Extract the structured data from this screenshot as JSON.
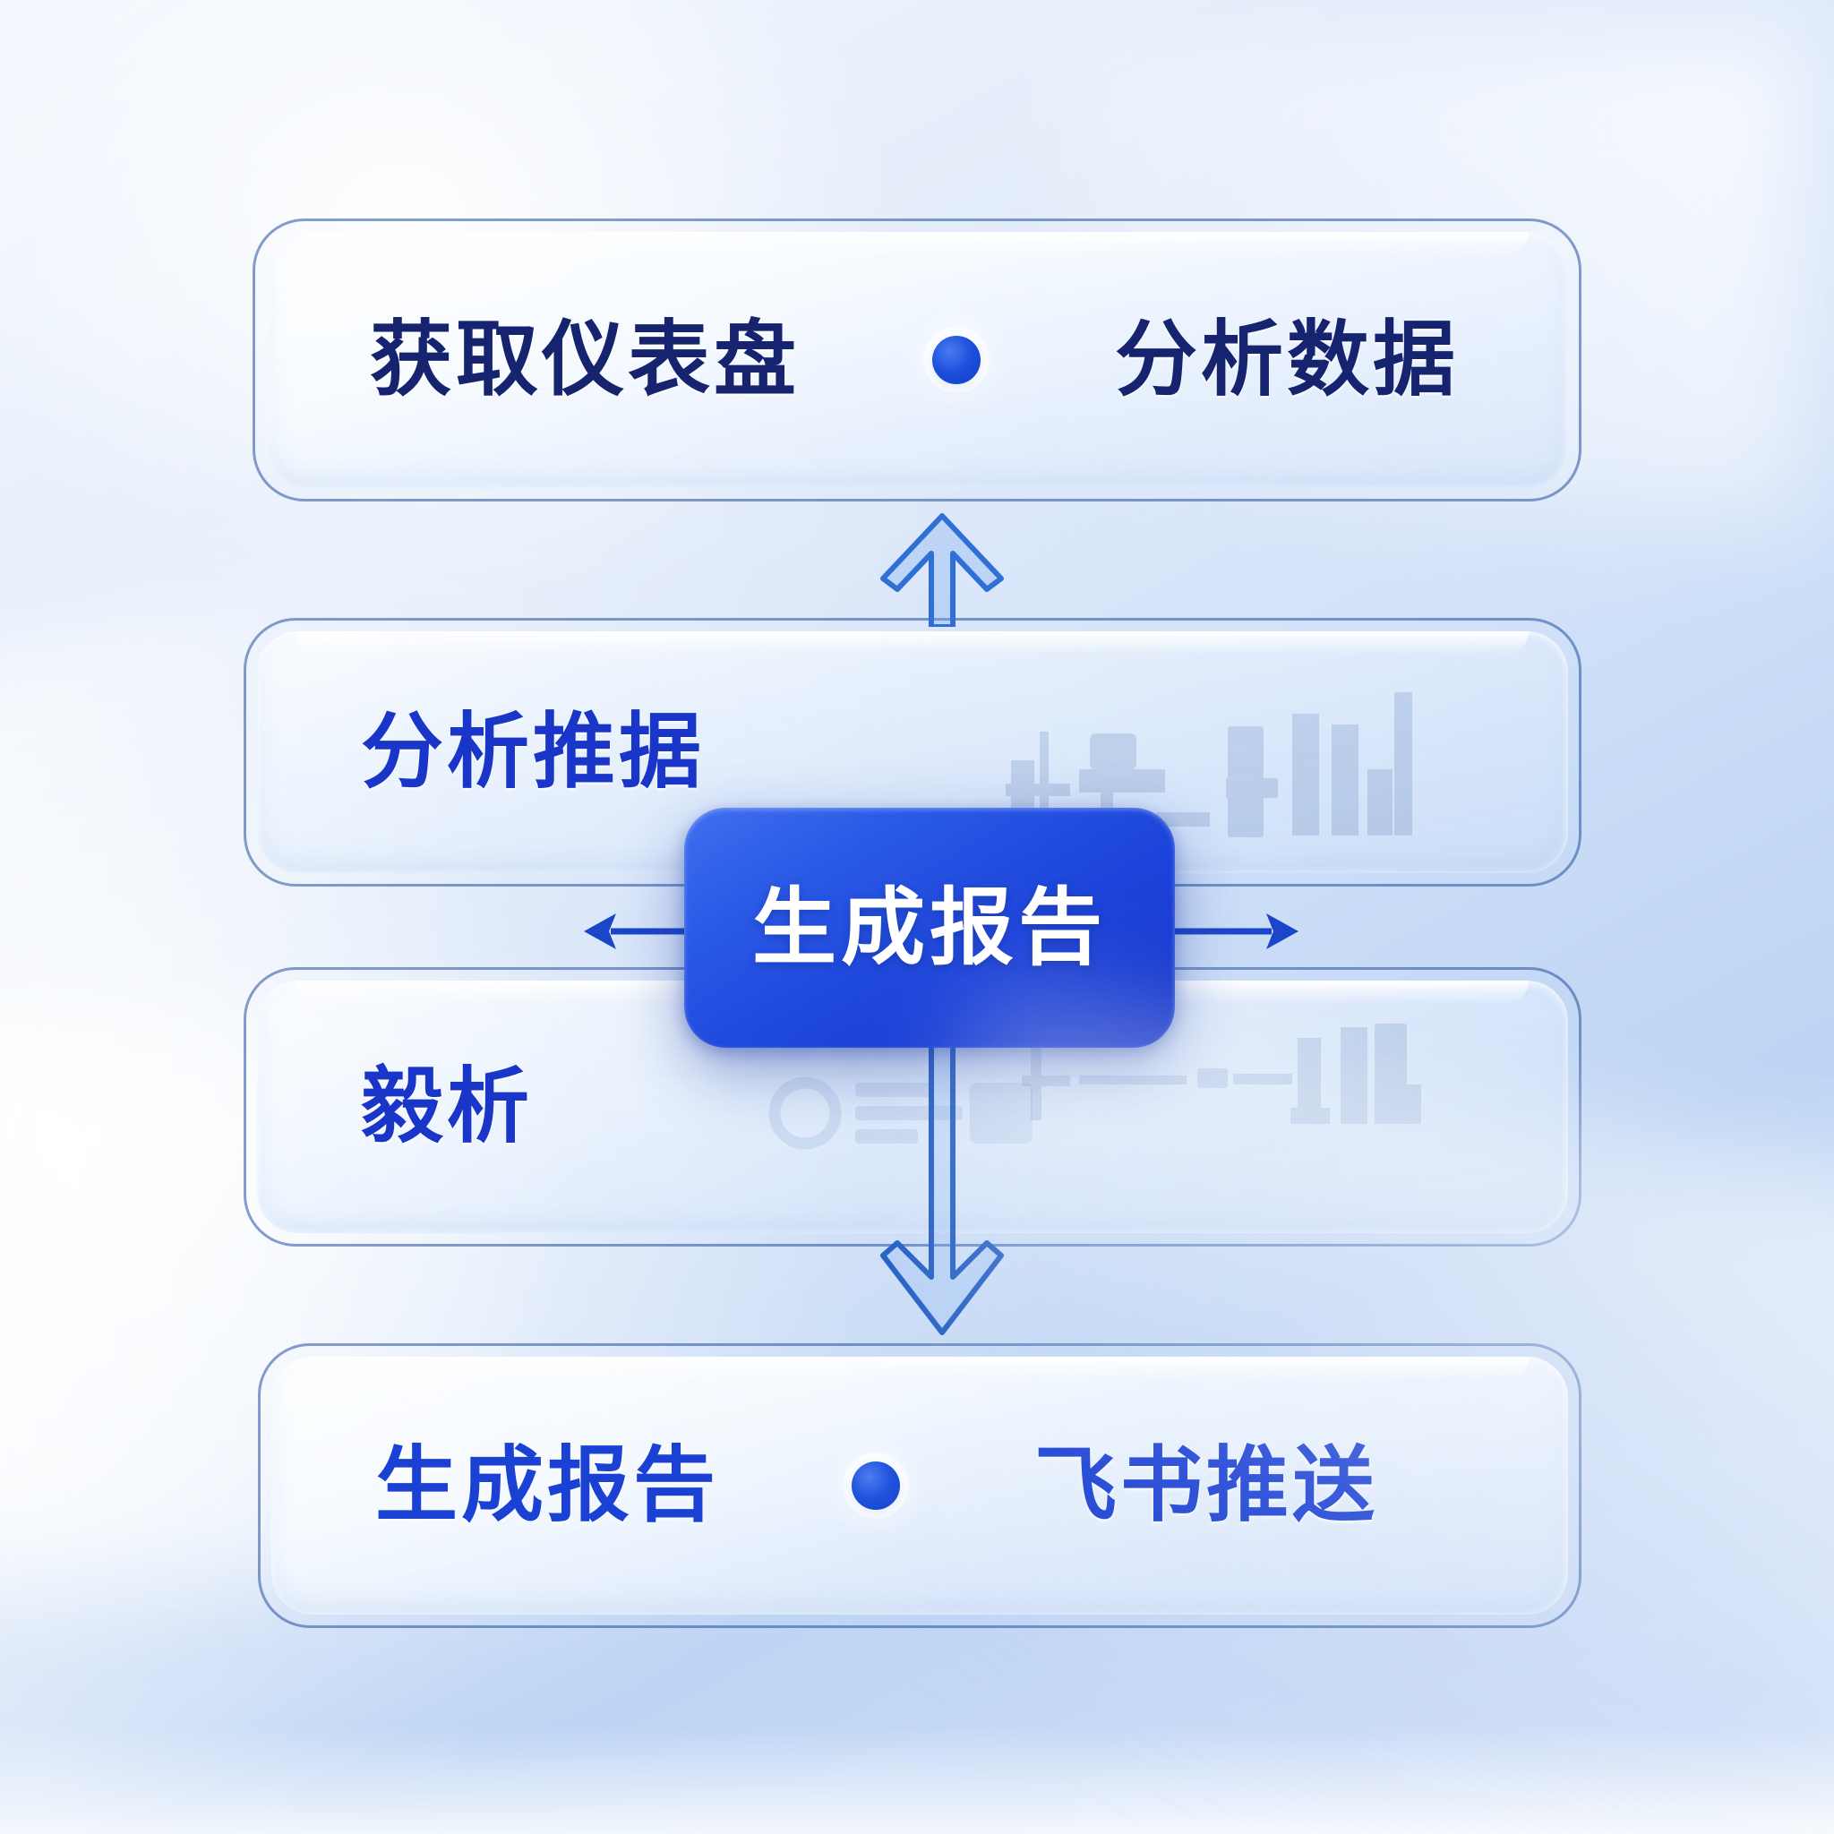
{
  "theme": {
    "accent_blue": "#1b41d4",
    "navy_text": "#16246f",
    "bright_blue_text": "#1a36c8",
    "button_blue": "#1c43da",
    "button_text": "#ffffff",
    "card_border": "#254ea0",
    "background_top": "#f4f8fe",
    "background_mid": "#cfe0f8",
    "background_bottom": "#e8f0fc"
  },
  "flow": {
    "cards": [
      {
        "id": "dashboard",
        "left_label": "获取仪表盘",
        "has_dot": true,
        "dot_name": "step-connector-dot",
        "right_label": "分析数据",
        "style": "solid"
      },
      {
        "id": "analyze",
        "left_label": "分析推据",
        "has_dot": false,
        "right_label": "",
        "style": "glass",
        "decoration": "bar-chart-ghost"
      },
      {
        "id": "insight",
        "left_label": "毅析",
        "has_dot": false,
        "right_label": "",
        "style": "glass",
        "decoration": "bar-chart-ghost"
      },
      {
        "id": "report",
        "left_label": "生成报告",
        "has_dot": true,
        "dot_name": "step-connector-dot",
        "right_label": "飞书推送",
        "style": "solid"
      }
    ],
    "center_node": {
      "label": "生成报告"
    },
    "connectors": [
      {
        "name": "arrow-up",
        "direction": "up",
        "style": "outline"
      },
      {
        "name": "arrow-down",
        "direction": "down",
        "style": "outline"
      },
      {
        "name": "arrow-left",
        "direction": "left",
        "style": "solid"
      },
      {
        "name": "arrow-right",
        "direction": "right",
        "style": "solid"
      }
    ]
  },
  "icons": {
    "dot": "filled-circle-icon",
    "arrow_up": "arrow-up-icon",
    "arrow_down": "arrow-down-icon",
    "arrow_left": "arrow-left-icon",
    "arrow_right": "arrow-right-icon",
    "bar_chart": "bar-chart-icon",
    "donut_chart": "donut-chart-icon"
  }
}
